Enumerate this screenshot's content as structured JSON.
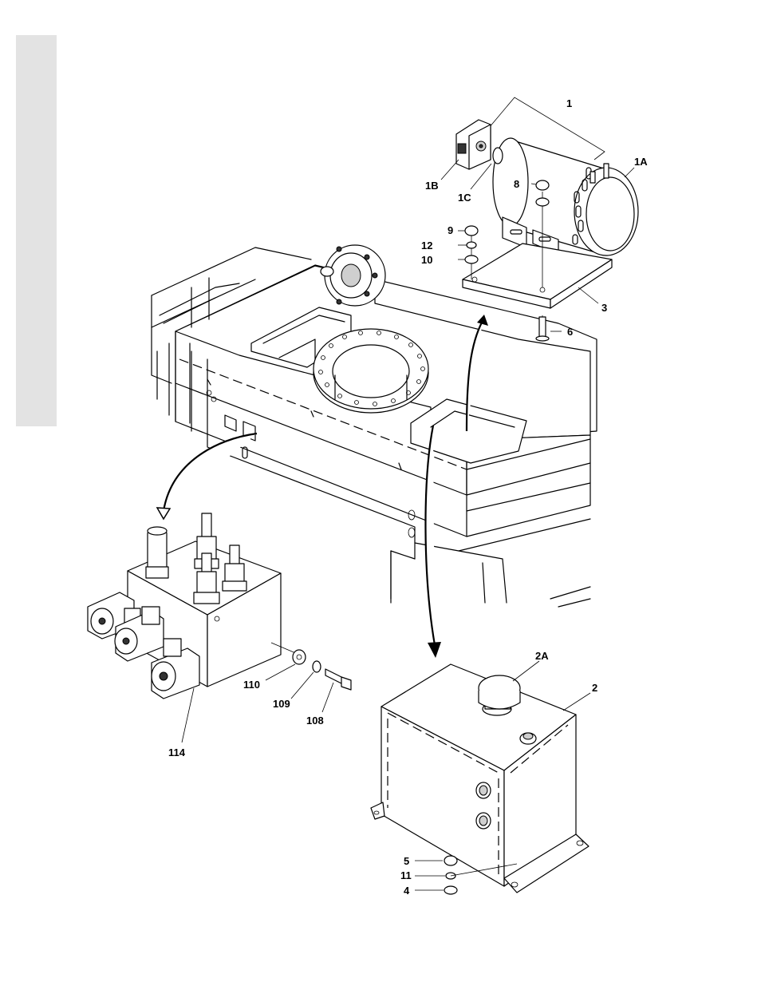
{
  "labels": {
    "p1": "1",
    "p1a": "1A",
    "p1b": "1B",
    "p1c": "1C",
    "p2": "2",
    "p2a": "2A",
    "p3": "3",
    "p4": "4",
    "p5": "5",
    "p6": "6",
    "p8": "8",
    "p9": "9",
    "p10": "10",
    "p11": "11",
    "p12": "12",
    "p108": "108",
    "p109": "109",
    "p110": "110",
    "p114": "114"
  }
}
